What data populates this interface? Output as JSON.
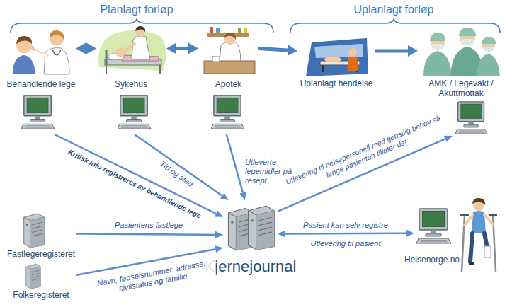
{
  "diagram": {
    "nodes": [
      {
        "text": [
          "Behandlende lege"
        ]
      },
      {
        "text": [
          "Sykehus"
        ]
      },
      {
        "text": [
          "Apotek"
        ]
      },
      {
        "text": [
          "Uplanlagt hendelse"
        ]
      },
      {
        "text": [
          "AMK / Legevakt / Akuttmottak"
        ]
      },
      {
        "text": [
          "Fastlegeregisteret"
        ]
      },
      {
        "text": [
          "Folkeregisteret"
        ]
      },
      {
        "text": [
          "Kjernejournal"
        ]
      },
      {
        "text": [
          "Helsenorge.no"
        ]
      }
    ],
    "edges": [
      {
        "from": 0,
        "to": 1,
        "arrow": "both"
      },
      {
        "from": 1,
        "to": 2,
        "arrow": "both"
      },
      {
        "from": 2,
        "to": 3,
        "arrow": "to"
      },
      {
        "from": 3,
        "to": 4,
        "arrow": "to"
      },
      {
        "from": 0,
        "to": 7,
        "label": "Kritisk info registreres av behandlende lege",
        "arrow": "to"
      },
      {
        "from": 1,
        "to": 7,
        "label": "Tid og sted",
        "arrow": "to"
      },
      {
        "from": 2,
        "to": 7,
        "label": "Utleverte legemidler på resept",
        "arrow": "to"
      },
      {
        "from": 5,
        "to": 7,
        "label": "Pasientens fastlege",
        "arrow": "to"
      },
      {
        "from": 6,
        "to": 7,
        "label": "Navn, fødselsnummer, adresse, sivilstatus og familie",
        "arrow": "to"
      },
      {
        "from": 7,
        "to": 4,
        "label": "Utlevering til helsepersonell med tjenstlig behov så lenge pasienten tillater det",
        "arrow": "to"
      },
      {
        "from": 7,
        "to": 8,
        "label": "Pasient kan selv registre",
        "arrow": "both"
      }
    ],
    "labels": [
      "Planlagt forløp",
      "Uplanlagt forløp",
      "Utlevering til pasient"
    ]
  }
}
